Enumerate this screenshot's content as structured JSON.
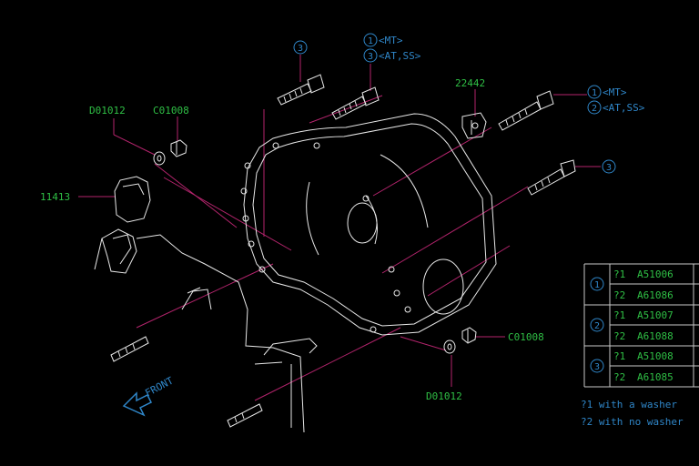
{
  "colors": {
    "background": "#000000",
    "part_label": "#2fbf45",
    "callout": "#2f86c8",
    "leader": "#b3246c",
    "linework": "#e8e8e8"
  },
  "callouts": {
    "top_bolt_num": "3",
    "mid_bolt_num1": "1",
    "mid_bolt_note1": "<MT>",
    "mid_bolt_num2": "3",
    "mid_bolt_note2": "<AT,SS>",
    "right_bolt_num1": "1",
    "right_bolt_note1": "<MT>",
    "right_bolt_num2": "2",
    "right_bolt_note2": "<AT,SS>",
    "lower_right_bolt_num": "3"
  },
  "parts": {
    "washer_top": "D01012",
    "nut_top": "C01008",
    "bracket": "11413",
    "stud": "22442",
    "nut_bottom": "C01008",
    "washer_bottom": "D01012"
  },
  "table": {
    "rows": [
      {
        "num": "1",
        "a_mark": "?1",
        "a_part": "A51006",
        "b_mark": "?2",
        "b_part": "A61086"
      },
      {
        "num": "2",
        "a_mark": "?1",
        "a_part": "A51007",
        "b_mark": "?2",
        "b_part": "A61088"
      },
      {
        "num": "3",
        "a_mark": "?1",
        "a_part": "A51008",
        "b_mark": "?2",
        "b_part": "A61085"
      }
    ]
  },
  "notes": {
    "note1": "?1 with a washer",
    "note2": "?2 with no washer"
  },
  "front_label": "FRONT"
}
